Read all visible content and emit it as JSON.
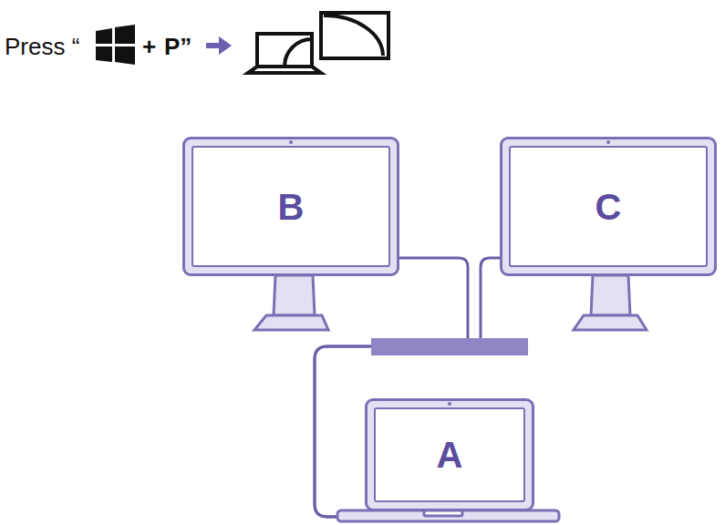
{
  "diagram": {
    "nodes": [
      {
        "text": [
          "B"
        ]
      },
      {
        "text": [
          "C"
        ]
      },
      {
        "text": [
          "A"
        ]
      }
    ],
    "edges": [
      {
        "from": 2,
        "to": 0,
        "arrow": "none"
      },
      {
        "from": 2,
        "to": 1,
        "arrow": "none"
      }
    ],
    "labels": [
      "Press “",
      "+",
      "P”"
    ]
  }
}
